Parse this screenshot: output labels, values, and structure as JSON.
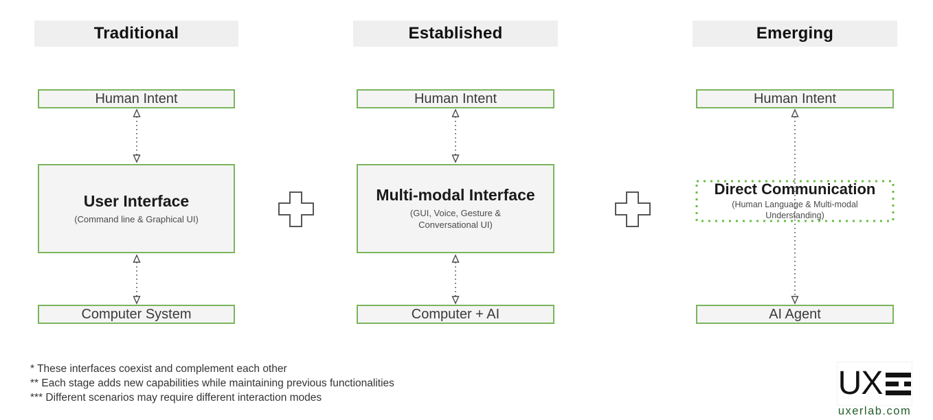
{
  "columns": [
    {
      "header": "Traditional",
      "top_box": "Human Intent",
      "middle_box": {
        "title": "User Interface",
        "subtitle": "(Command line & Graphical UI)"
      },
      "bottom_box": "Computer System"
    },
    {
      "header": "Established",
      "top_box": "Human Intent",
      "middle_box": {
        "title": "Multi-modal Interface",
        "subtitle": "(GUI, Voice, Gesture & Conversational UI)"
      },
      "bottom_box": "Computer + AI"
    },
    {
      "header": "Emerging",
      "top_box": "Human Intent",
      "middle_box": {
        "title": "Direct Communication",
        "subtitle": "(Human Language & Multi-modal Understanding)"
      },
      "bottom_box": "AI Agent"
    }
  ],
  "footnotes": [
    "* These interfaces coexist and complement each other",
    "** Each stage adds new capabilities while maintaining previous functionalities",
    "*** Different scenarios may require different interaction modes"
  ],
  "logo": {
    "text": "UX",
    "site": "uxerlab.com"
  },
  "colors": {
    "box_border_green": "#7ab55c",
    "dotted_border_green": "#69bd45",
    "box_fill": "#f4f4f4",
    "header_bg": "#efefef",
    "arrow_gray": "#4a4a4a",
    "site_link_green": "#235e2a"
  }
}
